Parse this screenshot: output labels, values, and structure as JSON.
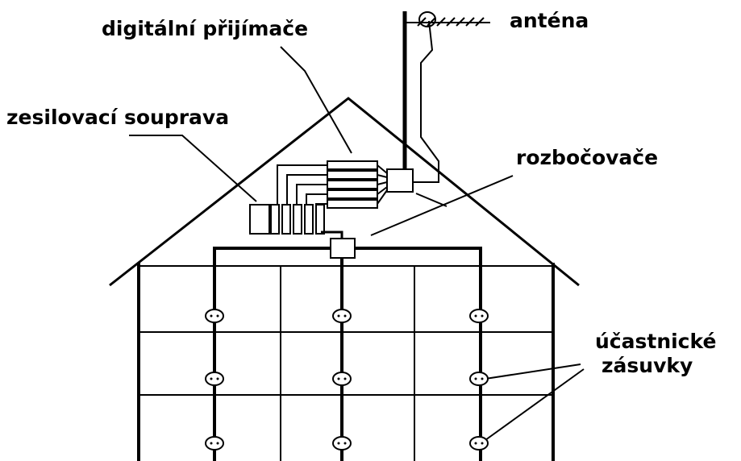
{
  "labels": {
    "receivers": "digitální přijímače",
    "antenna": "anténa",
    "amplifier_set": "zesilovací souprava",
    "splitters": "rozbočovače",
    "sockets_line1": "účastnické",
    "sockets_line2": "zásuvky"
  },
  "colors": {
    "line": "#000000",
    "background": "#ffffff"
  }
}
